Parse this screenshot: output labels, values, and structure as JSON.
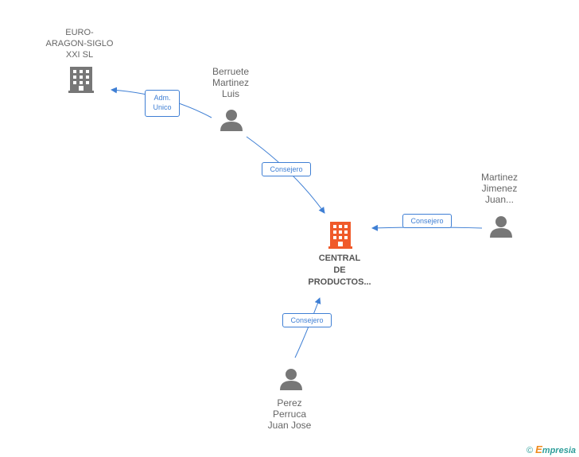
{
  "nodes": {
    "euro": {
      "label": "EURO-\nARAGON-SIGLO\nXXI SL",
      "kind": "company"
    },
    "berruete": {
      "label": "Berruete\nMartinez\nLuis",
      "kind": "person"
    },
    "martinez": {
      "label": "Martinez\nJimenez\nJuan...",
      "kind": "person"
    },
    "central": {
      "label": "CENTRAL\nDE\nPRODUCTOS...",
      "kind": "company-main"
    },
    "perez": {
      "label": "Perez\nPerruca\nJuan Jose",
      "kind": "person"
    }
  },
  "edges": {
    "adm": {
      "label": "Adm.\nUnico"
    },
    "c1": {
      "label": "Consejero"
    },
    "c2": {
      "label": "Consejero"
    },
    "c3": {
      "label": "Consejero"
    }
  },
  "colors": {
    "edge": "#3f7fd4",
    "icon": "#777777",
    "main": "#f05a2a"
  },
  "footer": {
    "copyright": "©",
    "brand_e": "E",
    "brand_rest": "mpresia"
  }
}
